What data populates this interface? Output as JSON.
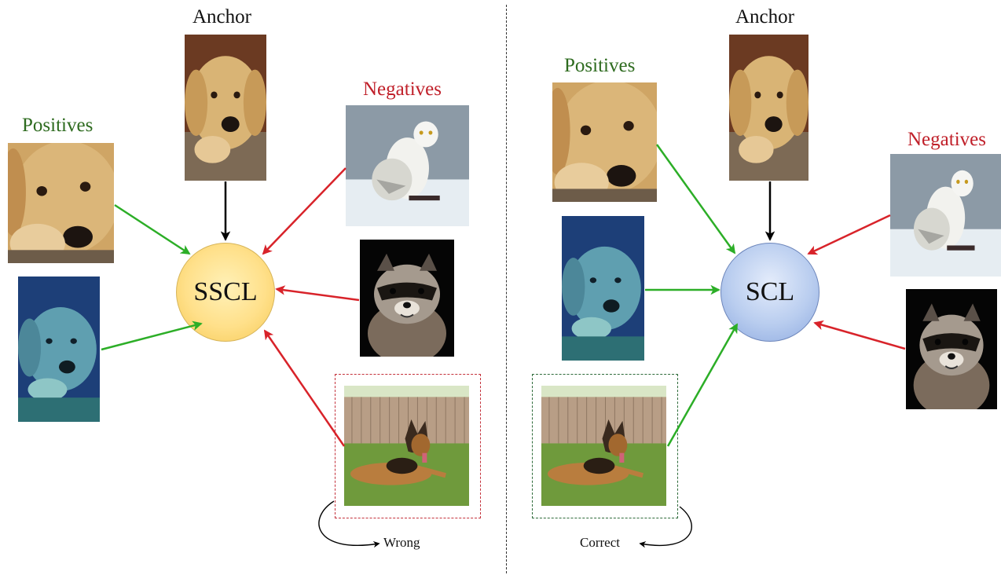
{
  "left_panel": {
    "anchor_label": "Anchor",
    "positives_label": "Positives",
    "negatives_label": "Negatives",
    "node_label": "SSCL",
    "annotation": "Wrong"
  },
  "right_panel": {
    "anchor_label": "Anchor",
    "positives_label": "Positives",
    "negatives_label": "Negatives",
    "node_label": "SCL",
    "annotation": "Correct"
  },
  "colors": {
    "positive_arrow": "#2cae27",
    "negative_arrow": "#d8232a",
    "anchor_arrow": "#000000",
    "wrong_box": "#c4313b",
    "correct_box": "#2e6b3a"
  },
  "images": {
    "anchor": "golden-retriever-puppy-photo",
    "positive_crop": "golden-retriever-closeup-photo",
    "positive_augmented": "teal-tinted-golden-retriever-photo",
    "negative_owl": "snowy-owl-photo",
    "negative_raccoon": "raccoon-photo",
    "german_shepherd": "german-shepherd-photo"
  }
}
